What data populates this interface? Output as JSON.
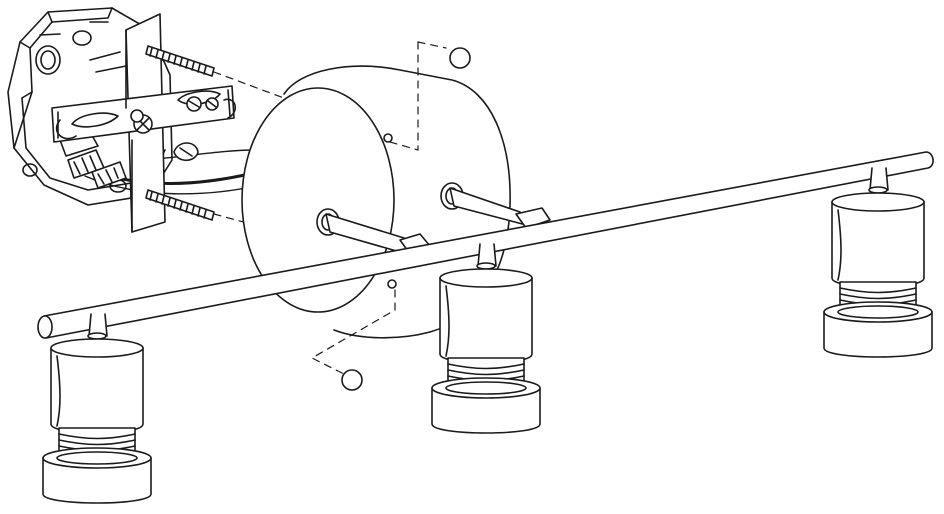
{
  "diagram": {
    "kind": "exploded-assembly-line-drawing",
    "background": "#ffffff",
    "line_color": "#1a1a1a",
    "components": [
      {
        "id": "junction-box",
        "icon": "octagonal-electrical-box-icon"
      },
      {
        "id": "mounting-bracket",
        "icon": "crossbar-bracket-icon"
      },
      {
        "id": "mounting-screws",
        "count": 2,
        "icon": "threaded-screw-icon"
      },
      {
        "id": "bracket-screws",
        "count": 2,
        "icon": "slotted-screw-icon"
      },
      {
        "id": "wire-nuts",
        "count": 2,
        "icon": "wire-nut-icon"
      },
      {
        "id": "ground-screw",
        "icon": "ground-screw-icon"
      },
      {
        "id": "canopy",
        "icon": "round-canopy-icon"
      },
      {
        "id": "decorative-cap-nuts",
        "count": 2,
        "icon": "cap-nut-icon"
      },
      {
        "id": "support-arms",
        "count": 2,
        "icon": "support-arm-icon"
      },
      {
        "id": "light-bar",
        "icon": "tube-bar-icon"
      },
      {
        "id": "lamp-holders",
        "count": 3,
        "icon": "lamp-holder-icon"
      }
    ]
  }
}
